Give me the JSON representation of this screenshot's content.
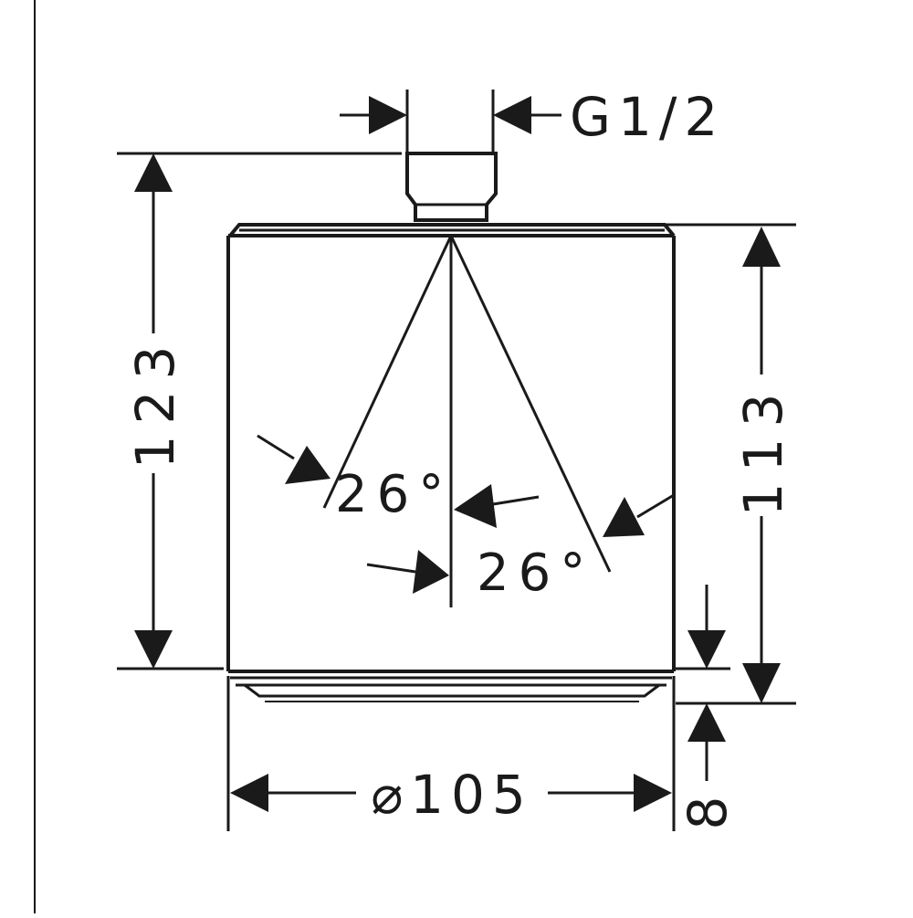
{
  "drawing": {
    "thread_label": "G1/2",
    "total_height": "123",
    "body_height": "113",
    "diameter": "⌀105",
    "bottom_thickness": "8",
    "angle_left": "26°",
    "angle_right": "26°"
  },
  "colors": {
    "line": "#1a1a1a",
    "background": "#ffffff"
  }
}
